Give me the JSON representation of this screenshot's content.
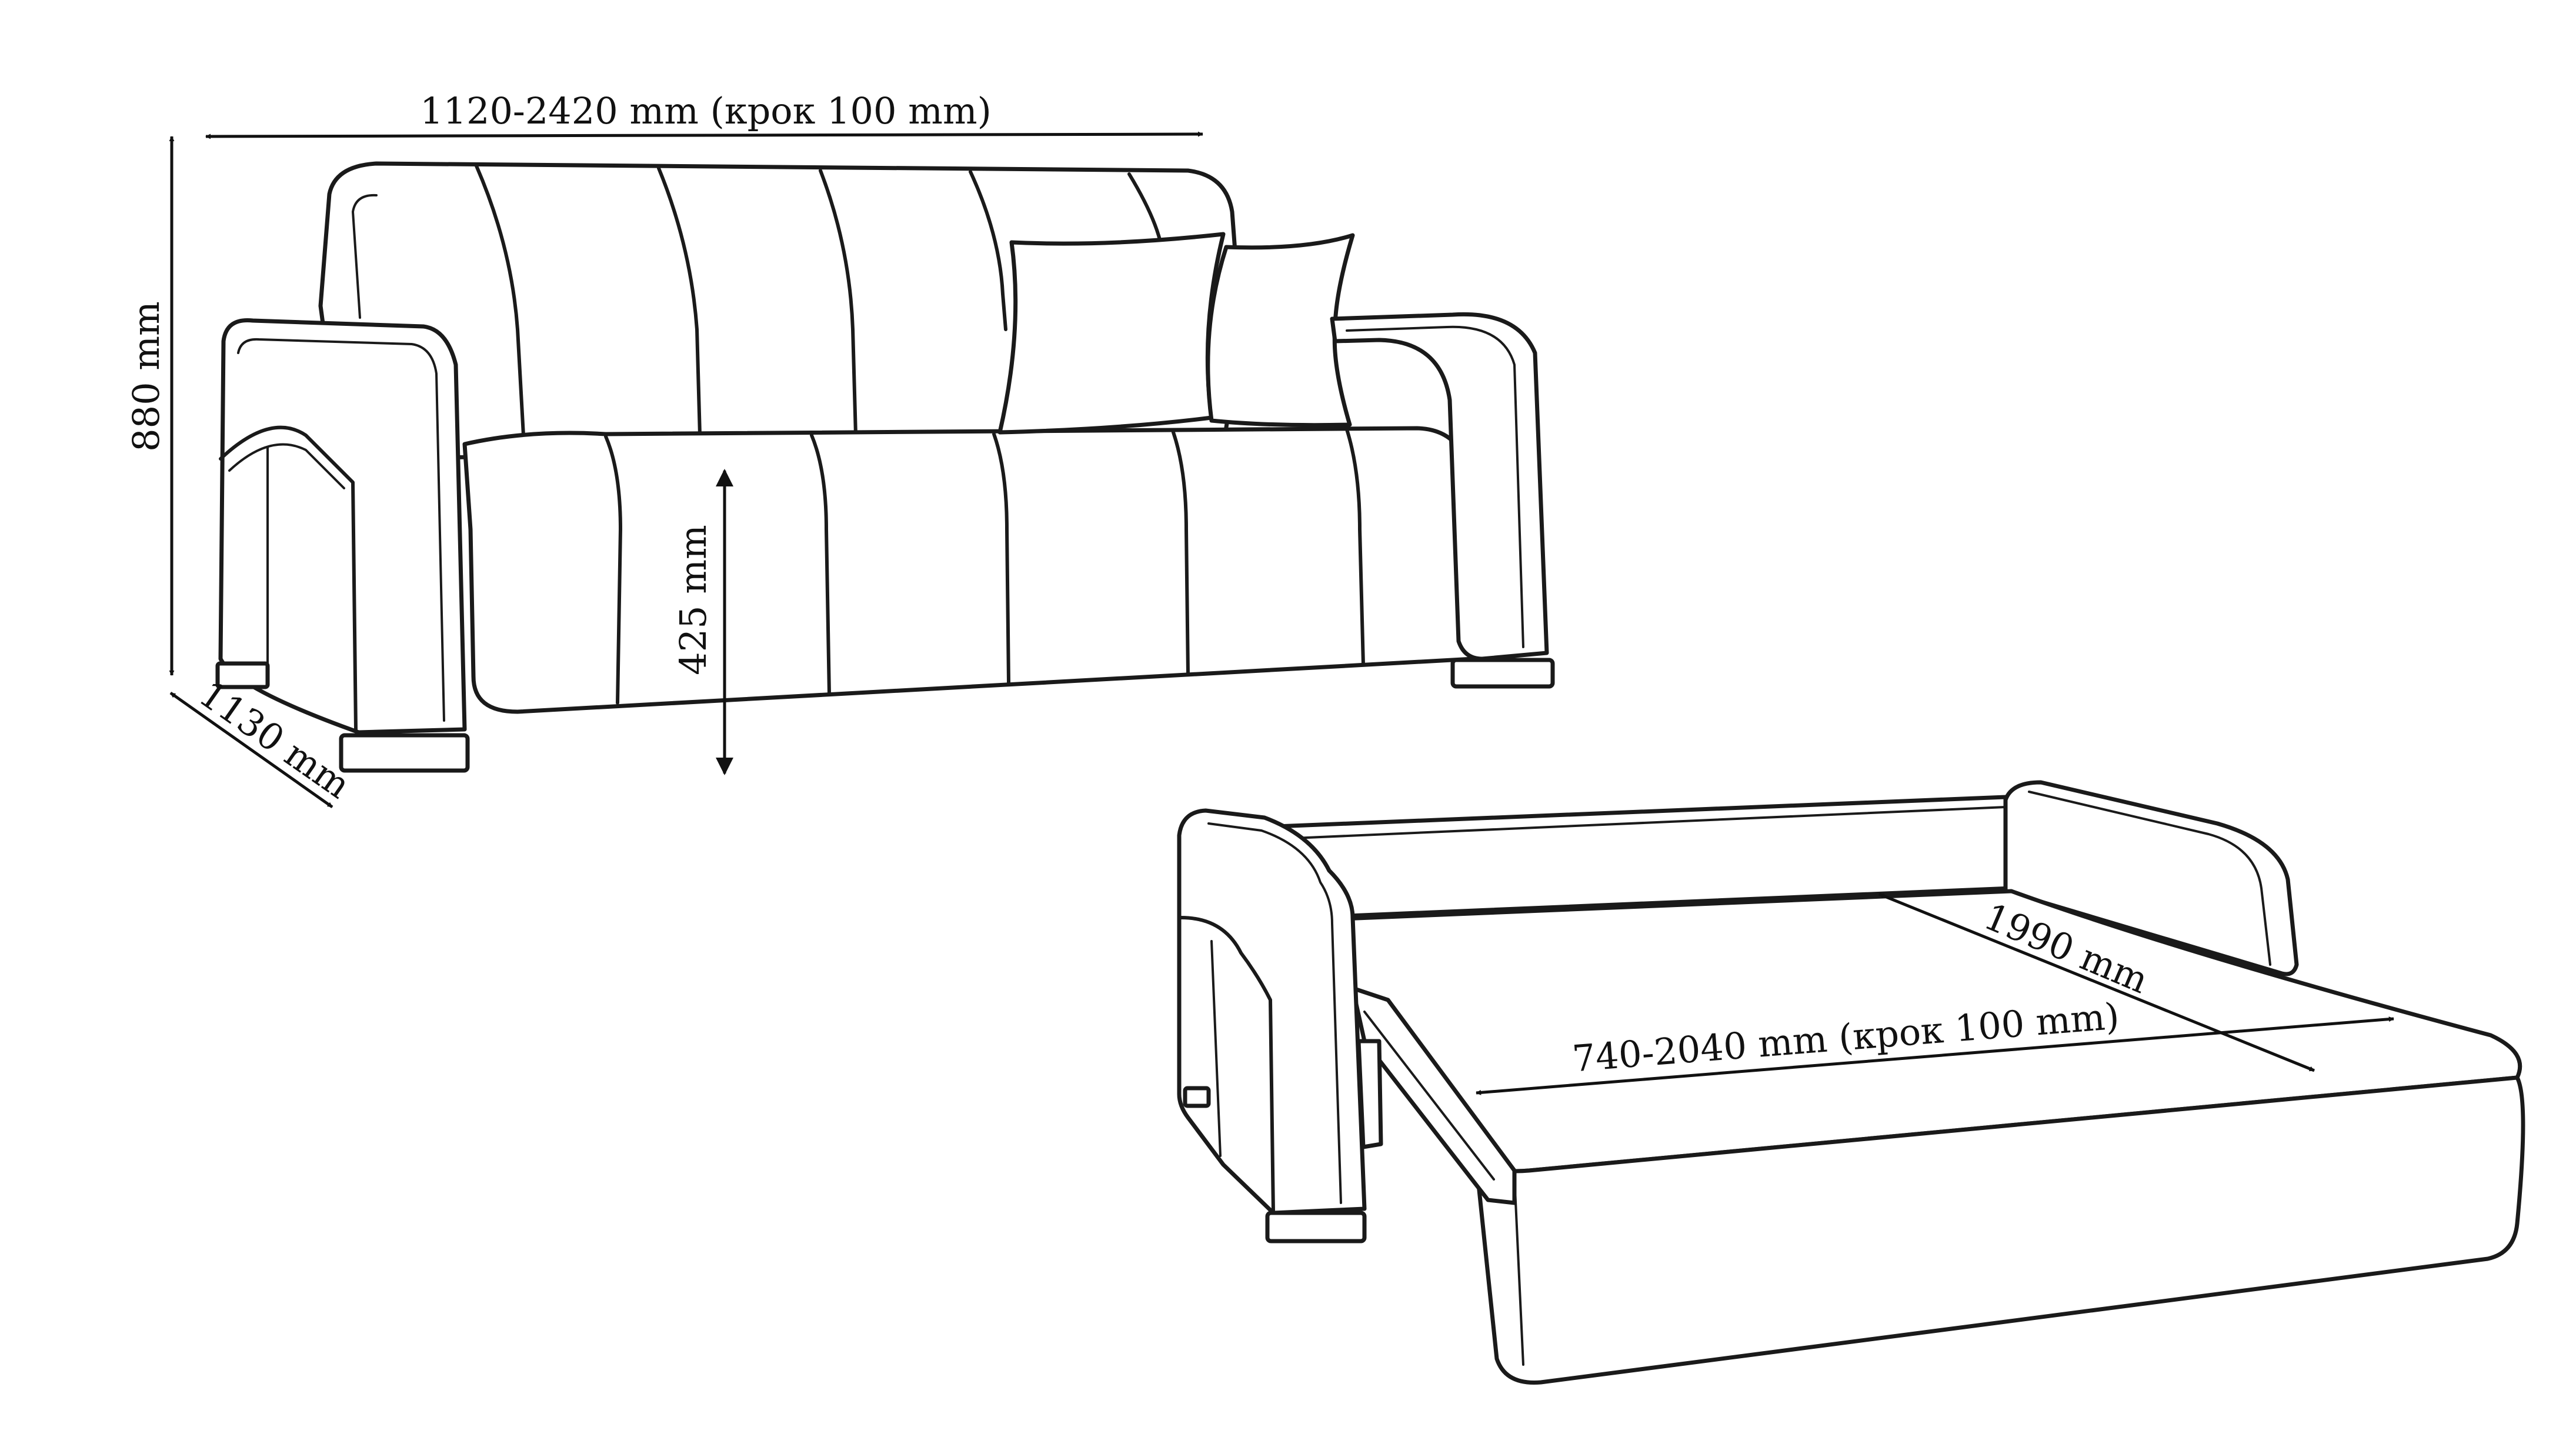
{
  "colors": {
    "line": "#1a1a1a",
    "background": "#ffffff"
  },
  "dimensions": {
    "sofa_width": "1120-2420 mm (крок 100 mm)",
    "sofa_height": "880 mm",
    "sofa_depth": "1130 mm",
    "seat_height": "425 mm",
    "bed_length": "1990 mm",
    "bed_width": "740-2040 mm (крок 100 mm)"
  },
  "views": [
    "folded-sofa",
    "unfolded-bed"
  ]
}
